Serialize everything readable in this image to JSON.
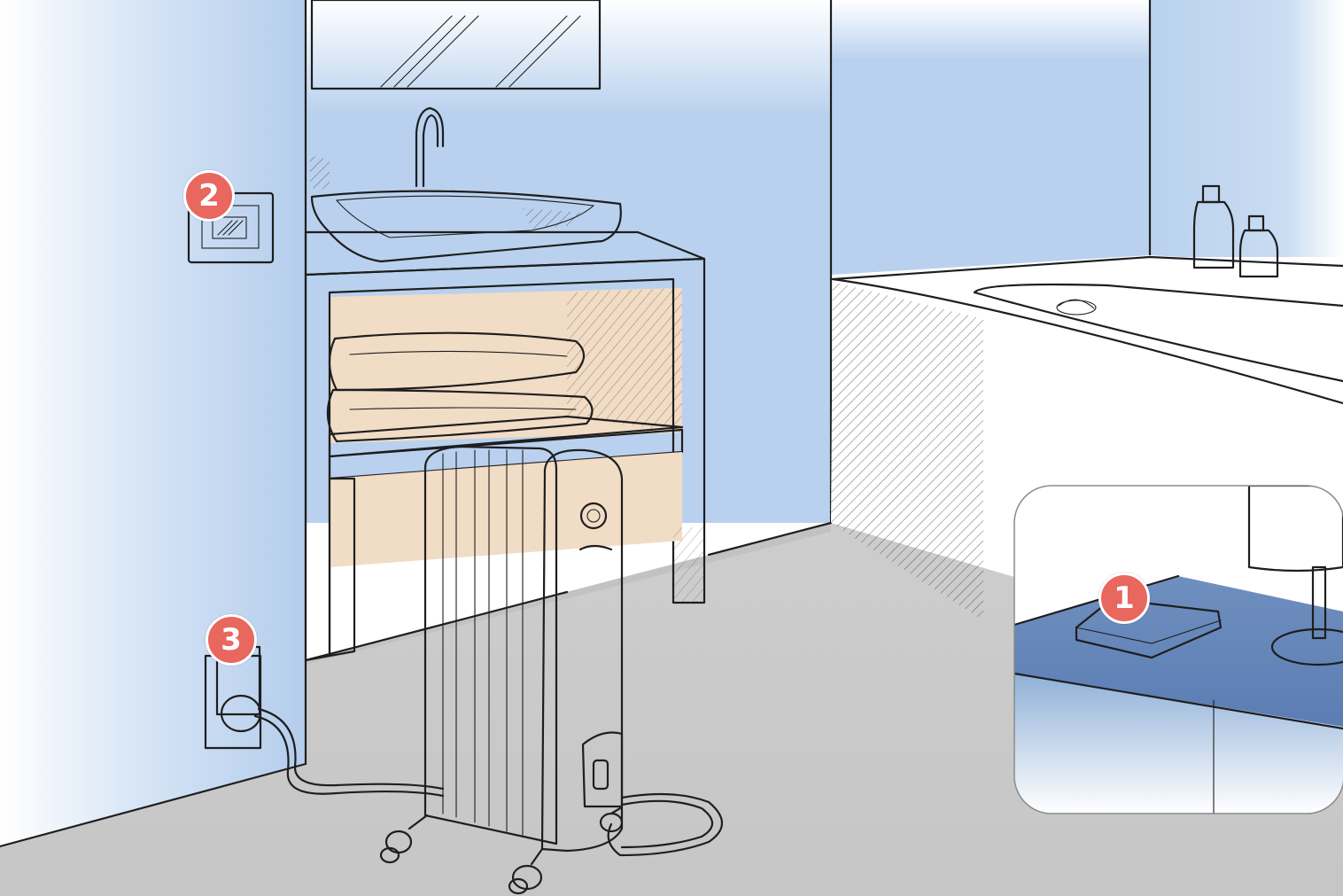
{
  "markers": [
    {
      "id": "1",
      "label": "1"
    },
    {
      "id": "2",
      "label": "2"
    },
    {
      "id": "3",
      "label": "3"
    }
  ],
  "colors": {
    "wall": "#b9d1ee",
    "floor": "#cbcbcb",
    "wood": "#e9c9a9",
    "towel": "#b9e0e8",
    "marker": "#e8675e"
  },
  "icons": [
    "room-thermostat-icon",
    "wall-controller-icon",
    "smart-plug-icon",
    "oil-radiator-icon"
  ]
}
